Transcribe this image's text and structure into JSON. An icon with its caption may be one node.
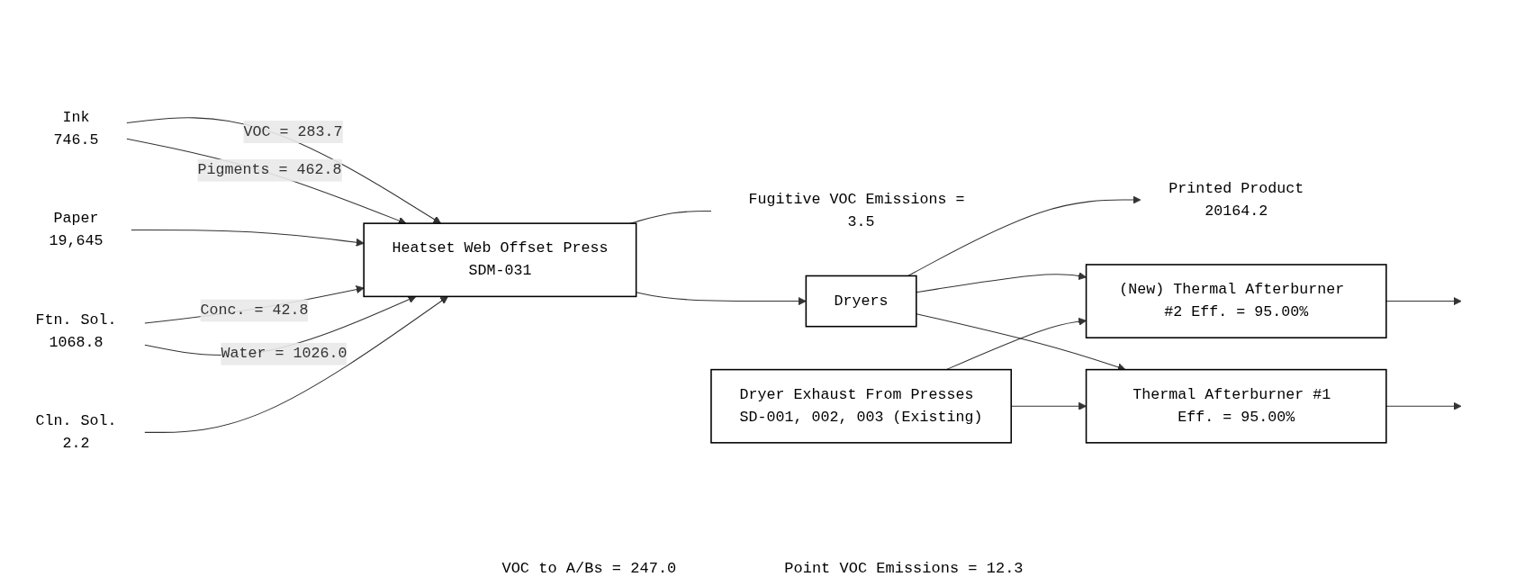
{
  "diagram": {
    "nodes": [
      {
        "text": [
          "Ink",
          "746.5"
        ]
      },
      {
        "text": [
          "Heatset Web Offset Press",
          "SDM-031"
        ]
      },
      {
        "text": [
          "Fugitive VOC Emissions = 3.5"
        ]
      },
      {
        "text": [
          "Paper",
          "19,645"
        ]
      },
      {
        "text": [
          "Ftn. Sol.",
          "1068.8"
        ]
      },
      {
        "text": [
          "Cln. Sol.",
          "2.2"
        ]
      },
      {
        "text": [
          "Dryers"
        ]
      },
      {
        "text": [
          "Printed Product",
          "20164.2"
        ]
      },
      {
        "text": [
          "Dryer Exhaust From Presses SD-001, 002, 003 (Existing)"
        ]
      },
      {
        "text": [
          "(New) Thermal Afterburner #2 Eff. = 95.00%"
        ]
      },
      {
        "text": [
          "Thermal Afterburner #1 Eff. = 95.00%"
        ]
      }
    ],
    "edges": [
      {
        "from": 0,
        "to": 1,
        "arrow": "to",
        "label": "VOC = 283.7"
      },
      {
        "from": 0,
        "to": 1,
        "arrow": "to",
        "label": "Pigments = 462.8"
      },
      {
        "from": 1,
        "to": 2,
        "arrow": "none"
      },
      {
        "from": 3,
        "to": 1,
        "arrow": "to"
      },
      {
        "from": 4,
        "to": 1,
        "arrow": "to",
        "label": "Conc. = 42.8"
      },
      {
        "from": 4,
        "to": 1,
        "arrow": "to",
        "label": "Water = 1026.0"
      },
      {
        "from": 5,
        "to": 1,
        "arrow": "to"
      },
      {
        "from": 1,
        "to": 6,
        "arrow": "to"
      },
      {
        "from": 6,
        "to": 7,
        "arrow": "to"
      },
      {
        "from": 6,
        "to": 9,
        "arrow": "to"
      },
      {
        "from": 6,
        "to": 10,
        "arrow": "to"
      },
      {
        "from": 8,
        "to": 9,
        "arrow": "to"
      },
      {
        "from": 8,
        "to": 10,
        "arrow": "to"
      },
      {
        "from": 9,
        "to": null,
        "arrow": "to"
      },
      {
        "from": 10,
        "to": null,
        "arrow": "to"
      }
    ],
    "labels": [
      "VOC to A/Bs = 247.0",
      "Point VOC Emissions = 12.3"
    ]
  }
}
